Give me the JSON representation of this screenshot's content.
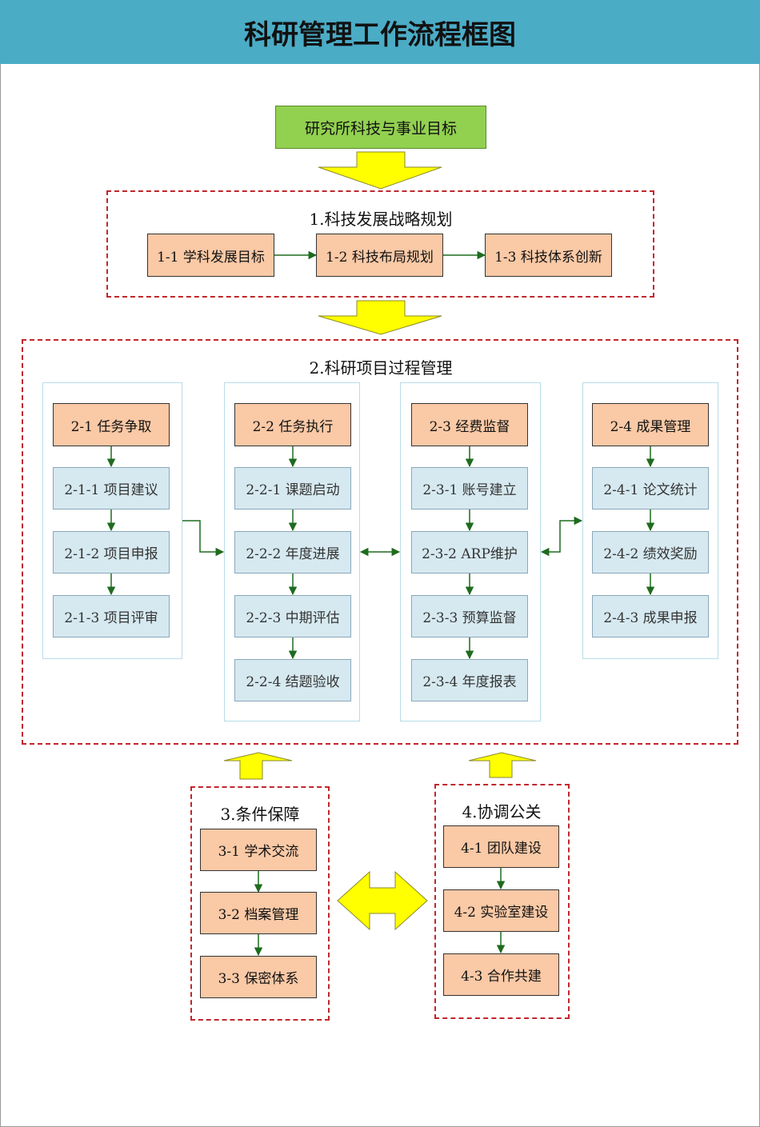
{
  "title": "科研管理工作流程框图",
  "goal": "研究所科技与事业目标",
  "section1": {
    "label": "1.科技发展战略规划",
    "items": [
      "1-1  学科发展目标",
      "1-2  科技布局规划",
      "1-3  科技体系创新"
    ]
  },
  "section2": {
    "label": "2.科研项目过程管理",
    "columns": [
      {
        "head": "2-1  任务争取",
        "items": [
          "2-1-1  项目建议",
          "2-1-2  项目申报",
          "2-1-3  项目评审"
        ]
      },
      {
        "head": "2-2  任务执行",
        "items": [
          "2-2-1  课题启动",
          "2-2-2  年度进展",
          "2-2-3  中期评估",
          "2-2-4  结题验收"
        ]
      },
      {
        "head": "2-3  经费监督",
        "items": [
          "2-3-1  账号建立",
          "2-3-2  ARP维护",
          "2-3-3  预算监督",
          "2-3-4  年度报表"
        ]
      },
      {
        "head": "2-4  成果管理",
        "items": [
          "2-4-1  论文统计",
          "2-4-2  绩效奖励",
          "2-4-3  成果申报"
        ]
      }
    ]
  },
  "section3": {
    "label": "3.条件保障",
    "items": [
      "3-1  学术交流",
      "3-2  档案管理",
      "3-3  保密体系"
    ]
  },
  "section4": {
    "label": "4.协调公关",
    "items": [
      "4-1  团队建设",
      "4-2  实验室建设",
      "4-3  合作共建"
    ]
  },
  "colors": {
    "header_bg": "#4bacc6",
    "goal_box": "#92d050",
    "orange_box": "#fac9a6",
    "blue_box": "#d6e9f0",
    "dashed_border": "#c0272d",
    "arrow_green": "#1e6b1e",
    "big_arrow_yellow": "#ffff00"
  }
}
